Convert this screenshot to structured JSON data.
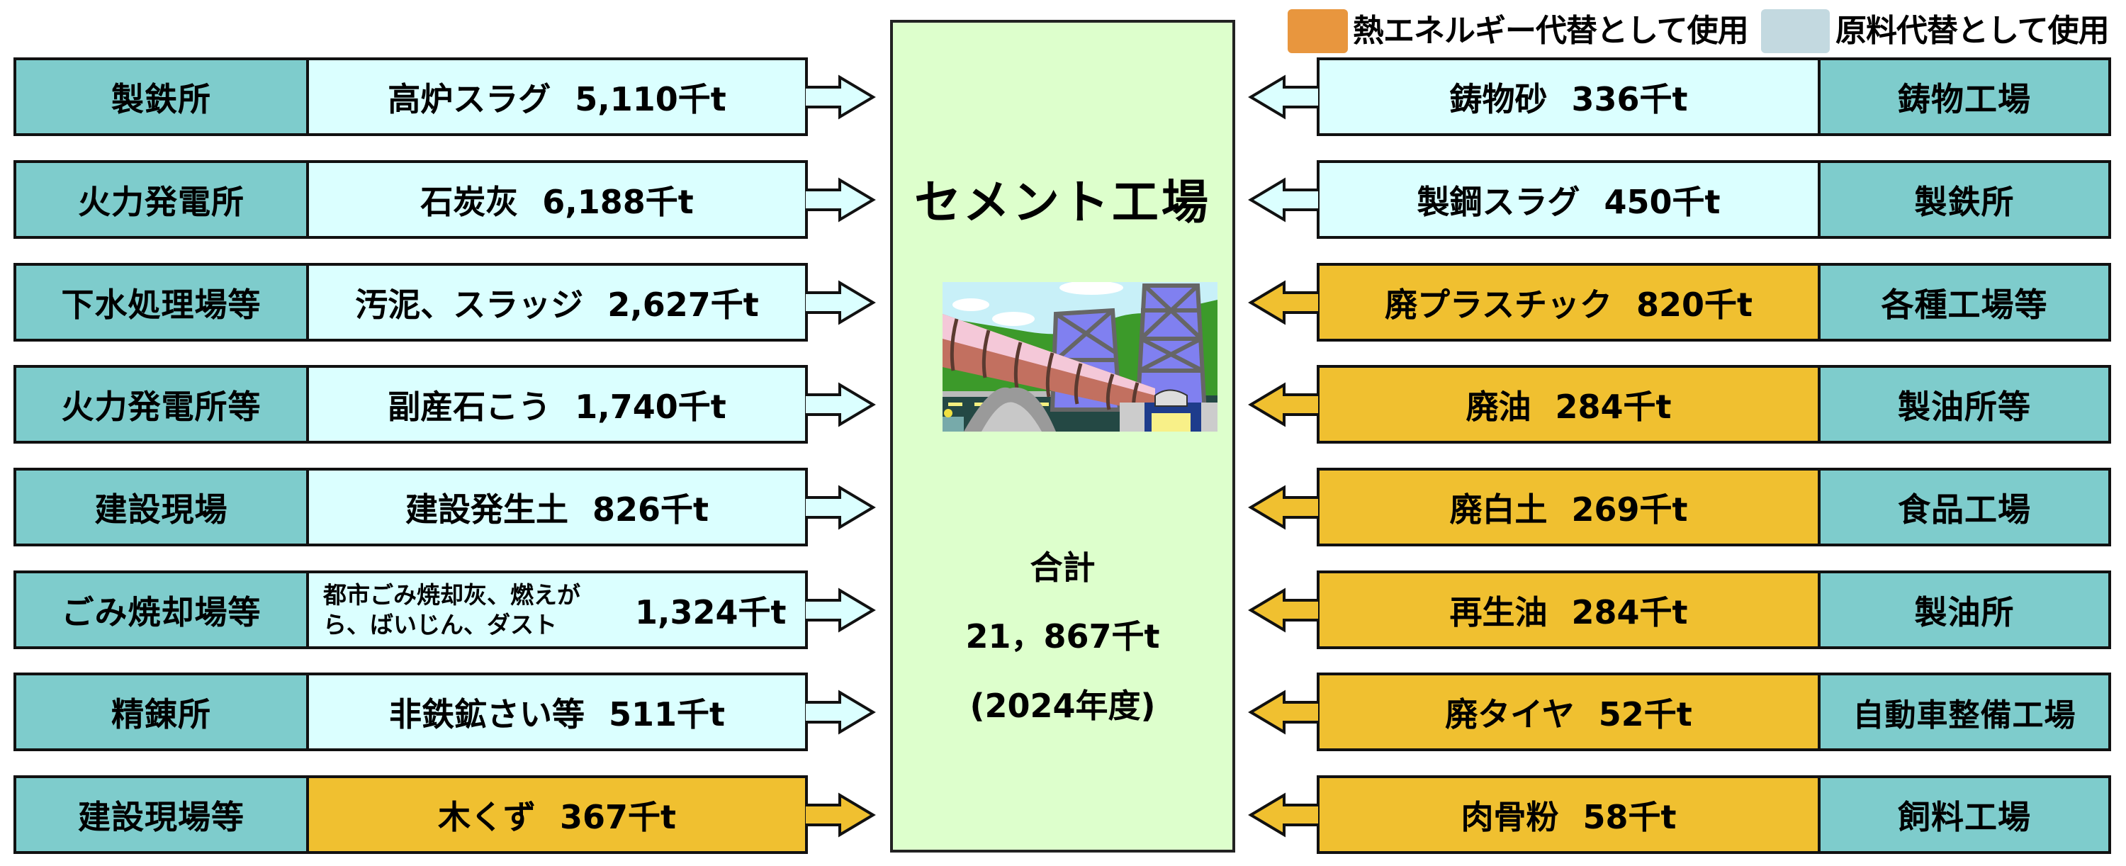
{
  "legend": [
    {
      "label": "熱エネルギー代替として使用",
      "color": "#E8963E"
    },
    {
      "label": "原料代替として使用",
      "color": "#C3D9E0"
    }
  ],
  "colors": {
    "source": "#7ECCCC",
    "raw_material": "#DBFFFF",
    "heat_energy": "#F0C030",
    "center": "#DDFFCC"
  },
  "center": {
    "title": "セメント工場",
    "illustration": "cement-plant-illustration",
    "total_label": "合計",
    "total_value": "21，867千t",
    "year": "(2024年度)"
  },
  "left_rows": [
    {
      "source": "製鉄所",
      "material": "高炉スラグ",
      "amount": "5,110千t",
      "use": "raw"
    },
    {
      "source": "火力発電所",
      "material": "石炭灰",
      "amount": "6,188千t",
      "use": "raw"
    },
    {
      "source": "下水処理場等",
      "material": "汚泥、スラッジ",
      "amount": "2,627千t",
      "use": "raw"
    },
    {
      "source": "火力発電所等",
      "material": "副産石こう",
      "amount": "1,740千t",
      "use": "raw"
    },
    {
      "source": "建設現場",
      "material": "建設発生土",
      "amount": "826千t",
      "use": "raw"
    },
    {
      "source": "ごみ焼却場等",
      "material": "都市ごみ焼却灰、燃えがら、ばいじん、ダスト",
      "amount": "1,324千t",
      "use": "raw",
      "small": true
    },
    {
      "source": "精錬所",
      "material": "非鉄鉱さい等",
      "amount": "511千t",
      "use": "raw"
    },
    {
      "source": "建設現場等",
      "material": "木くず",
      "amount": "367千t",
      "use": "heat"
    }
  ],
  "right_rows": [
    {
      "source": "鋳物工場",
      "material": "鋳物砂",
      "amount": "336千t",
      "use": "raw"
    },
    {
      "source": "製鉄所",
      "material": "製鋼スラグ",
      "amount": "450千t",
      "use": "raw"
    },
    {
      "source": "各種工場等",
      "material": "廃プラスチック",
      "amount": "820千t",
      "use": "heat"
    },
    {
      "source": "製油所等",
      "material": "廃油",
      "amount": "284千t",
      "use": "heat"
    },
    {
      "source": "食品工場",
      "material": "廃白土",
      "amount": "269千t",
      "use": "heat"
    },
    {
      "source": "製油所",
      "material": "再生油",
      "amount": "284千t",
      "use": "heat"
    },
    {
      "source": "自動車整備工場",
      "material": "廃タイヤ",
      "amount": "52千t",
      "use": "heat"
    },
    {
      "source": "飼料工場",
      "material": "肉骨粉",
      "amount": "58千t",
      "use": "heat"
    }
  ]
}
